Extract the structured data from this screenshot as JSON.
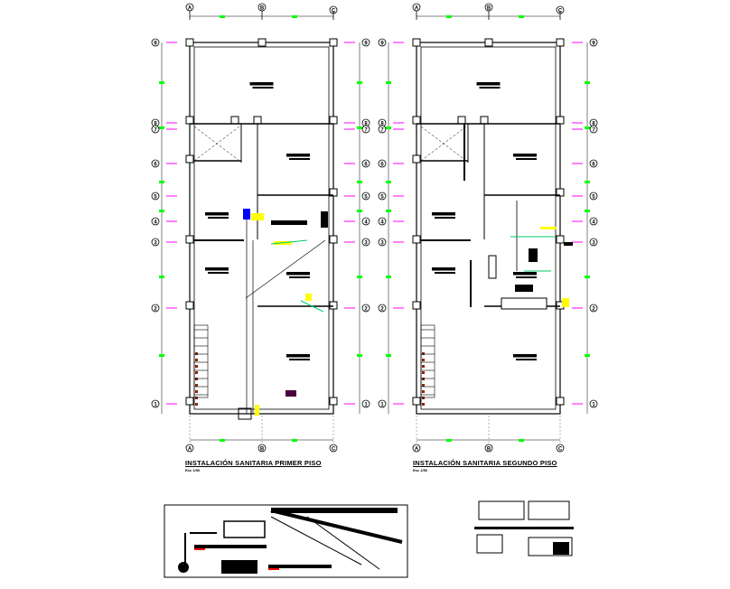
{
  "drawings": [
    {
      "title": "INSTALACIÓN SANITARIA PRIMER PISO",
      "scale": "Esc 1/50"
    },
    {
      "title": "INSTALACIÓN SANITARIA SEGUNDO PISO",
      "scale": "Esc 1/50"
    }
  ],
  "grid": {
    "columns": [
      "A",
      "B",
      "C"
    ],
    "rows": [
      "9",
      "8",
      "7",
      "6",
      "5",
      "4",
      "3",
      "2",
      "1"
    ]
  },
  "colors": {
    "wall": "#000000",
    "axis": "#808080",
    "dimension_mark": "#00ff00",
    "axis_tick": "#ff00ff",
    "drain_pipe": "#ffff00",
    "water_pipe": "#00cc66",
    "fixture_blue": "#0000ff",
    "stair_marks": "#8b2500",
    "red_note": "#ff0000"
  }
}
